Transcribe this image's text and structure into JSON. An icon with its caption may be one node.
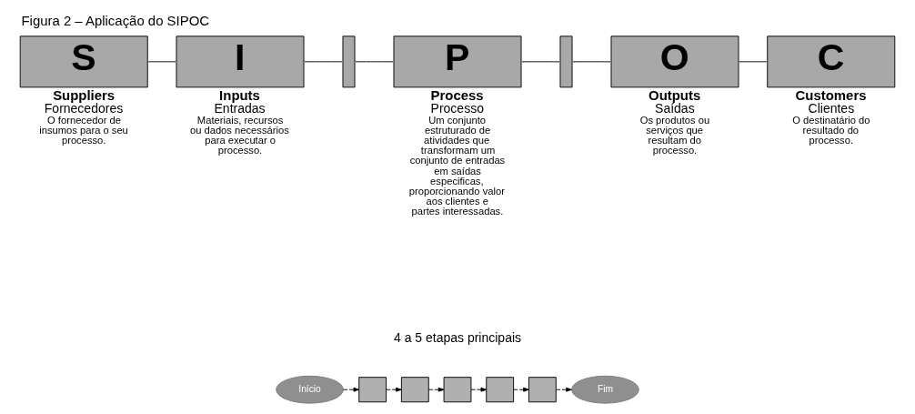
{
  "diagram": {
    "title": "Figura 2 – Aplicação do SIPOC",
    "nodes": [
      {
        "text": [
          "S"
        ],
        "beside": [
          "Suppliers",
          "Fornecedores",
          "O fornecedor de insumos para o seu processo."
        ]
      },
      {
        "text": [
          "I"
        ],
        "beside": [
          "Inputs",
          "Entradas",
          "Materiais, recursos ou dados necessários para executar o processo."
        ]
      },
      {
        "text": [],
        "shape": "bar"
      },
      {
        "text": [
          "P"
        ],
        "beside": [
          "Process",
          "Processo",
          "Um conjunto estruturado de atividades que transformam um conjunto de entradas em saídas especificas, proporcionando valor aos clientes e partes interessadas."
        ]
      },
      {
        "text": [],
        "shape": "bar"
      },
      {
        "text": [
          "O"
        ],
        "beside": [
          "Outputs",
          "Saídas",
          "Os produtos ou serviços que resultam do processo."
        ]
      },
      {
        "text": [
          "C"
        ],
        "beside": [
          "Customers",
          "Clientes",
          "O destinatário do resultado do processo."
        ]
      },
      {
        "text": [
          "Início"
        ]
      },
      {
        "text": [],
        "shape": "box"
      },
      {
        "text": [],
        "shape": "box"
      },
      {
        "text": [],
        "shape": "box"
      },
      {
        "text": [],
        "shape": "box"
      },
      {
        "text": [],
        "shape": "box"
      },
      {
        "text": [
          "Fim"
        ]
      }
    ],
    "edges": [
      {
        "from": 0,
        "to": 1,
        "arrow": "none"
      },
      {
        "from": 1,
        "to": 2,
        "arrow": "none"
      },
      {
        "from": 2,
        "to": 3,
        "arrow": "none"
      },
      {
        "from": 3,
        "to": 4,
        "arrow": "none"
      },
      {
        "from": 4,
        "to": 5,
        "arrow": "none"
      },
      {
        "from": 5,
        "to": 6,
        "arrow": "none"
      },
      {
        "from": 7,
        "to": 8,
        "arrow": "to",
        "style": "dashed"
      },
      {
        "from": 8,
        "to": 9,
        "arrow": "to",
        "style": "dashed"
      },
      {
        "from": 9,
        "to": 10,
        "arrow": "to",
        "style": "dashed"
      },
      {
        "from": 10,
        "to": 11,
        "arrow": "to",
        "style": "dashed"
      },
      {
        "from": 11,
        "to": 12,
        "arrow": "to",
        "style": "dashed"
      },
      {
        "from": 12,
        "to": 13,
        "arrow": "to",
        "style": "dashed"
      }
    ],
    "labels": [
      "4 a 5 etapas principais"
    ]
  }
}
